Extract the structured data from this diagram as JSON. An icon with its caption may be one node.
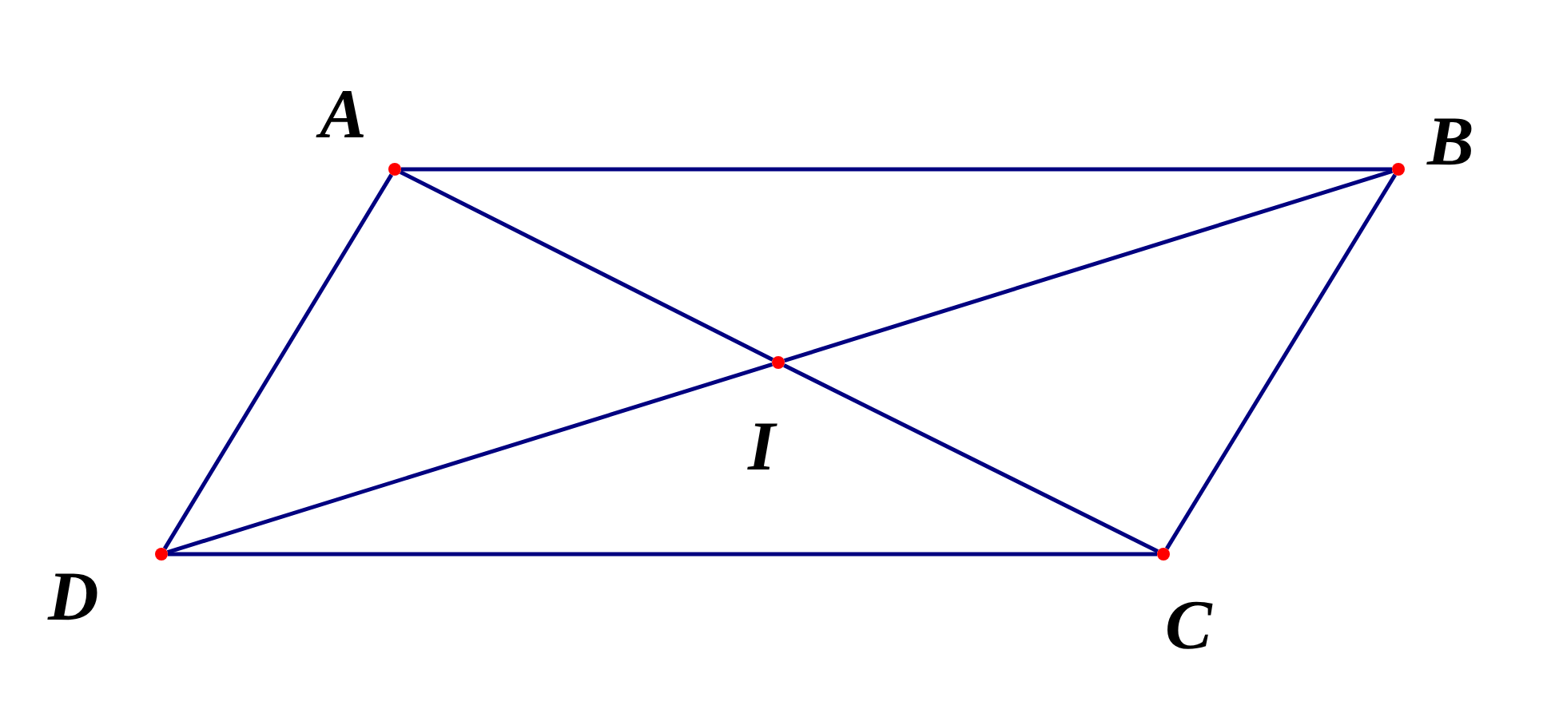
{
  "diagram": {
    "nodes": [
      {
        "text": [],
        "shape": "circle"
      },
      {
        "text": [],
        "shape": "circle"
      },
      {
        "text": [],
        "shape": "circle"
      },
      {
        "text": [],
        "shape": "circle"
      },
      {
        "text": [],
        "shape": "circle"
      }
    ],
    "edges": [
      {
        "from": 0,
        "to": 1,
        "arrow": "none"
      },
      {
        "from": 1,
        "to": 4,
        "arrow": "none"
      },
      {
        "from": 4,
        "to": 3,
        "arrow": "none"
      },
      {
        "from": 3,
        "to": 0,
        "arrow": "none"
      },
      {
        "from": 0,
        "to": 2,
        "arrow": "none"
      },
      {
        "from": 2,
        "to": 4,
        "arrow": "none"
      },
      {
        "from": 1,
        "to": 2,
        "arrow": "none"
      },
      {
        "from": 2,
        "to": 3,
        "arrow": "none"
      }
    ],
    "labels": [
      "A",
      "B",
      "I",
      "D",
      "C"
    ]
  }
}
